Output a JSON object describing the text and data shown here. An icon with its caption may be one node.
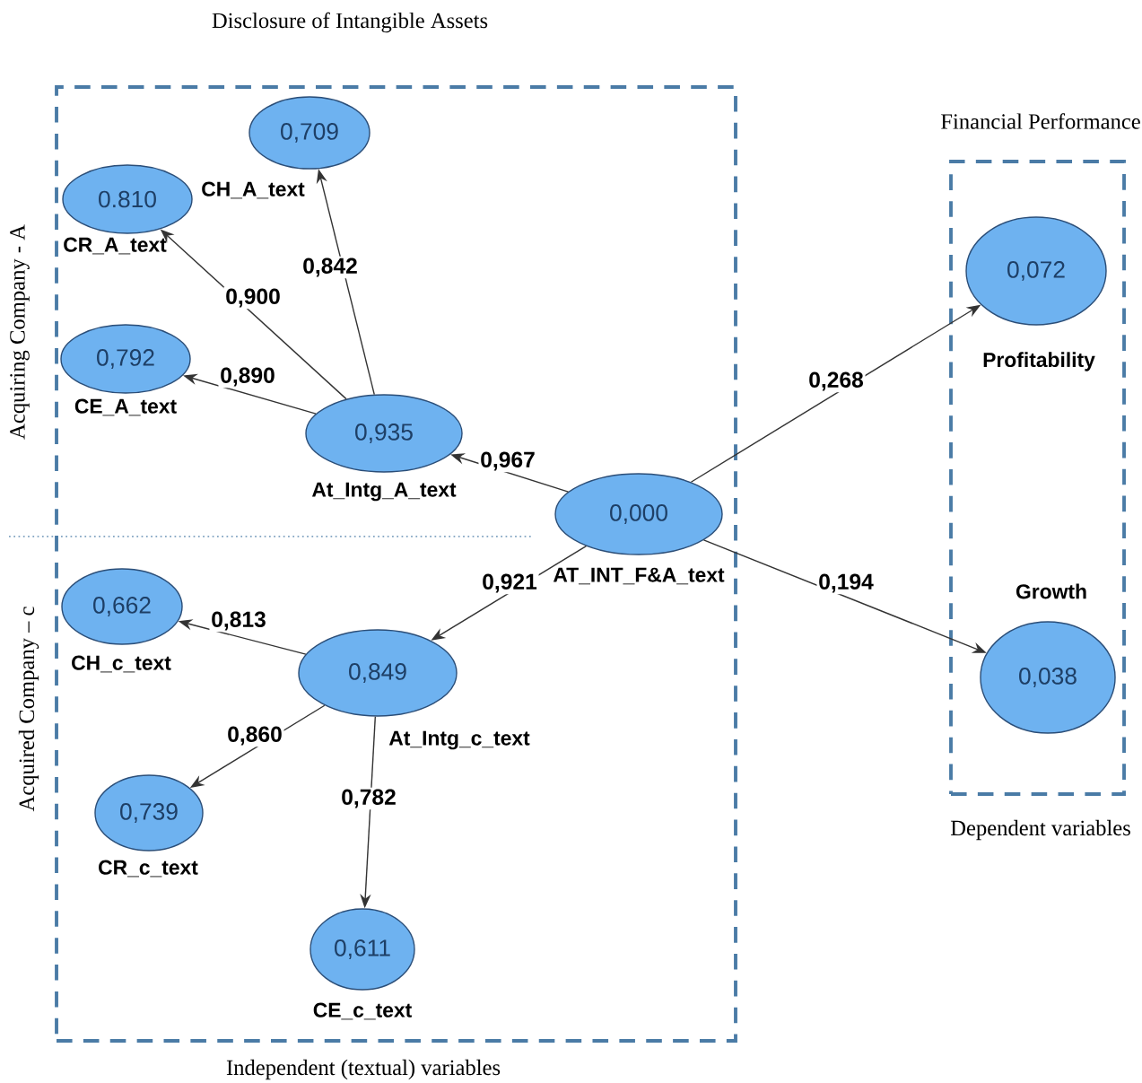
{
  "diagram": {
    "nodes": [
      {
        "text": [
          "Disclosure of Intangible Assets",
          "Independent (textual) variables",
          "Acquiring Company - A",
          "Acquired Company – c"
        ]
      },
      {
        "text": [
          "0,709"
        ],
        "beside": [
          "CH_A_text"
        ],
        "in": 0
      },
      {
        "text": [
          "0.810"
        ],
        "beside": [
          "CR_A_text"
        ],
        "in": 0
      },
      {
        "text": [
          "0,792"
        ],
        "beside": [
          "CE_A_text"
        ],
        "in": 0
      },
      {
        "text": [
          "0,935"
        ],
        "beside": [
          "At_Intg_A_text"
        ],
        "in": 0
      },
      {
        "text": [
          "0,000"
        ],
        "beside": [
          "AT_INT_F&A_text"
        ],
        "in": 0
      },
      {
        "text": [
          "0,662"
        ],
        "beside": [
          "CH_c_text"
        ],
        "in": 0
      },
      {
        "text": [
          "0,849"
        ],
        "beside": [
          "At_Intg_c_text"
        ],
        "in": 0
      },
      {
        "text": [
          "0,739"
        ],
        "beside": [
          "CR_c_text"
        ],
        "in": 0
      },
      {
        "text": [
          "0,611"
        ],
        "beside": [
          "CE_c_text"
        ],
        "in": 0
      },
      {
        "text": [
          "Financial Performance",
          "Dependent variables"
        ]
      },
      {
        "text": [
          "0,072"
        ],
        "beside": [
          "Profitability"
        ],
        "in": 10
      },
      {
        "text": [
          "0,038"
        ],
        "beside": [
          "Growth"
        ],
        "in": 10
      }
    ],
    "edges": [
      {
        "from": 4,
        "to": 1,
        "arrow": "to",
        "label": "0,842"
      },
      {
        "from": 4,
        "to": 2,
        "arrow": "to",
        "label": "0,900"
      },
      {
        "from": 4,
        "to": 3,
        "arrow": "to",
        "label": "0,890"
      },
      {
        "from": 5,
        "to": 4,
        "arrow": "to",
        "label": "0,967"
      },
      {
        "from": 5,
        "to": 7,
        "arrow": "to",
        "label": "0,921"
      },
      {
        "from": 7,
        "to": 6,
        "arrow": "to",
        "label": "0,813"
      },
      {
        "from": 7,
        "to": 8,
        "arrow": "to",
        "label": "0,860"
      },
      {
        "from": 7,
        "to": 9,
        "arrow": "to",
        "label": "0,782"
      },
      {
        "from": 5,
        "to": 11,
        "arrow": "to",
        "label": "0,268"
      },
      {
        "from": 5,
        "to": 12,
        "arrow": "to",
        "label": "0,194"
      }
    ]
  }
}
